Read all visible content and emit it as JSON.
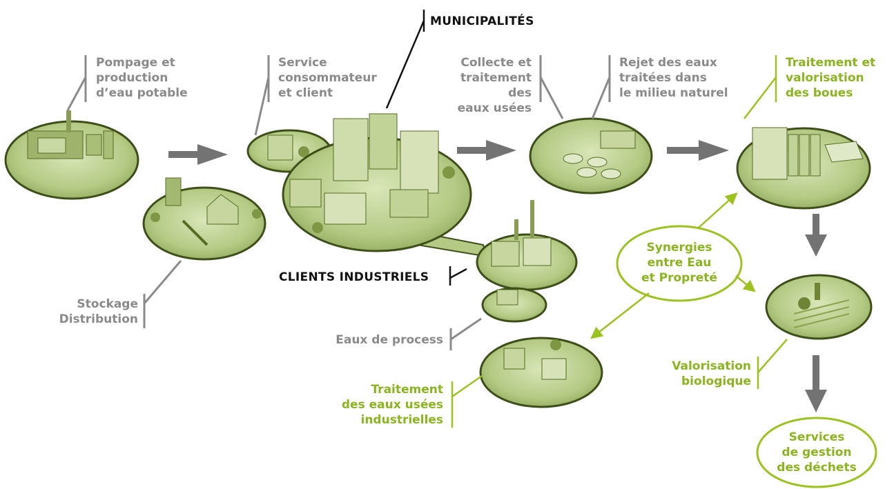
{
  "colors": {
    "gray_text": "#8a8a8a",
    "green_text": "#8bb51e",
    "black_text": "#111111",
    "disc_fill": "#b9cd8c",
    "disc_edge": "#4a5a1e",
    "arrow": "#737373",
    "green_line": "#9bc21e"
  },
  "labels": {
    "pompage": "Pompage et\nproduction\nd’eau potable",
    "service": "Service\nconsommateur\net client",
    "municipalites": "MUNICIPALITÉS",
    "collecte": "Collecte et\ntraitement des\neaux usées",
    "rejet": "Rejet des eaux\ntraitées dans\nle milieu naturel",
    "traitement_boues": "Traitement et\nvalorisation\ndes boues",
    "stockage": "Stockage\nDistribution",
    "clients_industriels": "CLIENTS INDUSTRIELS",
    "eaux_process": "Eaux de process",
    "synergies": "Synergies\nentre Eau\net Propreté",
    "valorisation_bio": "Valorisation\nbiologique",
    "traitement_industrielles": "Traitement\ndes eaux usées\nindustrielles",
    "services_dechets": "Services\nde gestion\ndes déchets"
  },
  "icons": [
    "pumping-plant-disc",
    "storage-disc",
    "service-house-disc",
    "city-disc",
    "industrial-clients-disc",
    "process-water-disc",
    "wastewater-plant-disc",
    "sludge-treatment-disc",
    "biological-valorisation-disc",
    "industrial-wastewater-disc"
  ]
}
